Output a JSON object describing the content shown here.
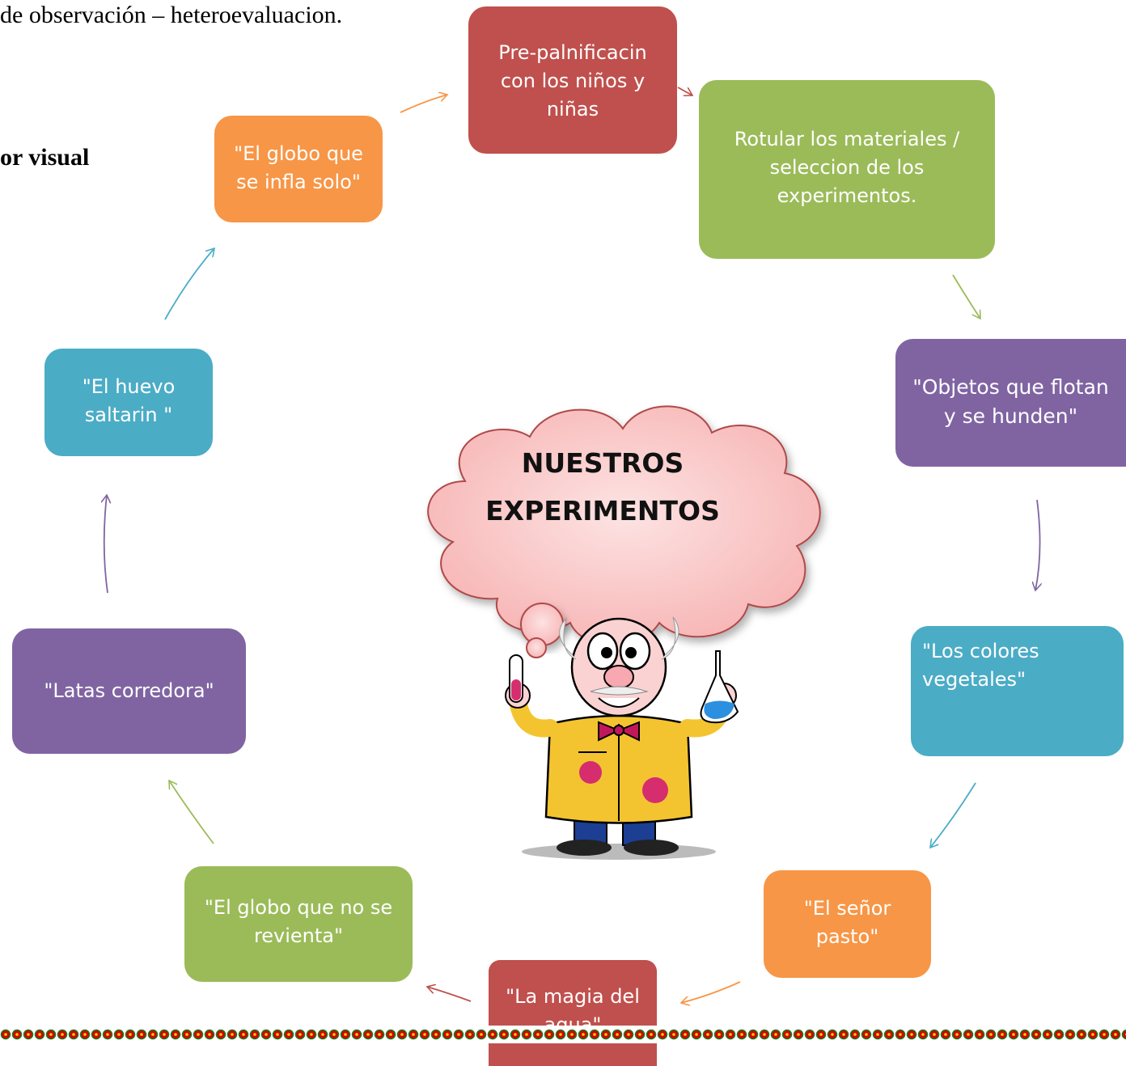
{
  "document": {
    "top_line": "de observación – heteroevaluacion.",
    "heading_fragment": "or visual"
  },
  "center": {
    "line1": "NUESTROS",
    "line2": "EXPERIMENTOS"
  },
  "steps": [
    {
      "id": "pre",
      "line1": "Pre-palnificacin",
      "line2": "con los niños y",
      "line3": "niñas",
      "color": "#c0504d"
    },
    {
      "id": "rotular",
      "line1": "Rotular los materiales /",
      "line2": "seleccion de los",
      "line3": "experimentos.",
      "color": "#9bbb59"
    },
    {
      "id": "objetos",
      "line1": "\"Objetos que flotan",
      "line2": "y se hunden\"",
      "color": "#8064a2"
    },
    {
      "id": "colores",
      "line1": "\"Los colores",
      "line2": "vegetales\"",
      "color": "#4bacc6"
    },
    {
      "id": "pasto",
      "line1": "\"El señor",
      "line2": "pasto\"",
      "color": "#f79646"
    },
    {
      "id": "magia",
      "line1": "\"La magia del",
      "line2": "agua\"",
      "color": "#c0504d"
    },
    {
      "id": "globo-no",
      "line1": "\"El globo que no se",
      "line2": "revienta\"",
      "color": "#9bbb59"
    },
    {
      "id": "latas",
      "line1": "\"Latas corredora\"",
      "color": "#8064a2"
    },
    {
      "id": "huevo",
      "line1": "\"El huevo",
      "line2": "saltarin \"",
      "color": "#4bacc6"
    },
    {
      "id": "globo-infla",
      "line1": "\"El globo que",
      "line2": "se infla solo\"",
      "color": "#f79646"
    }
  ],
  "arrow_colors": [
    "#c0504d",
    "#9bbb59",
    "#8064a2",
    "#4bacc6",
    "#f79646",
    "#c0504d",
    "#9bbb59",
    "#8064a2",
    "#4bacc6",
    "#f79646"
  ],
  "icons": {
    "scientist": "cartoon-scientist-illustration",
    "cloud": "thought-cloud",
    "border": "decorative-flower-border"
  }
}
